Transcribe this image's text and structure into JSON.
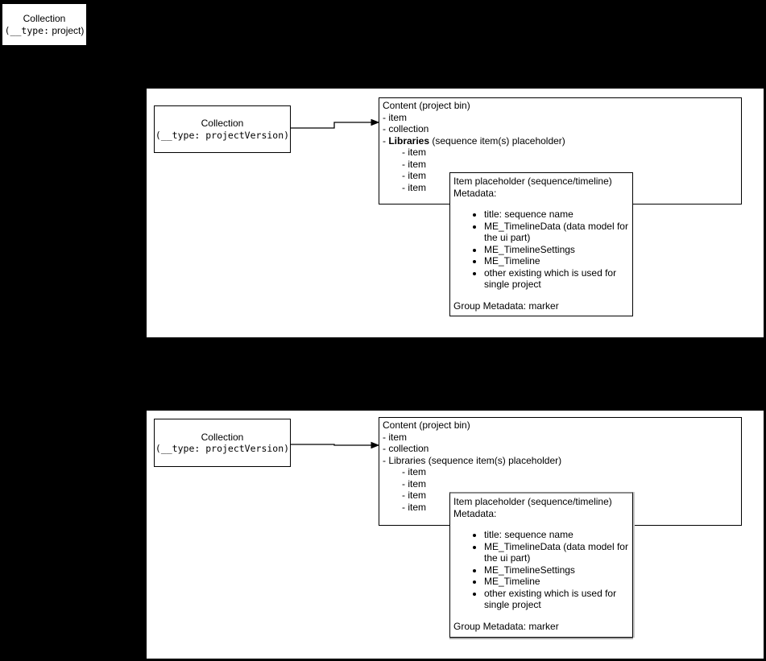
{
  "colors": {
    "background": "#000000",
    "panel": "#ffffff",
    "node_fill": "#ffffff",
    "node_border": "#000000",
    "text": "#000000",
    "placeholder2_edge_gray": "#8a8a8a"
  },
  "project_node": {
    "title": "Collection",
    "type_mono": "(__type:",
    "type_rest": " project)"
  },
  "panels": [
    {
      "collection_node": {
        "title": "Collection",
        "type_line": "(__type: projectVersion)"
      },
      "content_node": {
        "title": "Content (project bin)",
        "lines": [
          "- item",
          "- collection"
        ],
        "libraries_prefix": "- ",
        "libraries_name": "Libraries",
        "libraries_suffix": " (sequence item(s) placeholder)",
        "sub_items": [
          "- item",
          "- item",
          "- item",
          "- item"
        ]
      },
      "placeholder_node": {
        "title": "Item placeholder (sequence/timeline)",
        "metadata_label": "Metadata:",
        "bullets": [
          "title: sequence name",
          "ME_TimelineData (data model for the ui part)",
          "ME_TimelineSettings",
          "ME_Timeline",
          "other existing which is used for single project"
        ],
        "footer": "Group Metadata: marker"
      }
    },
    {
      "collection_node": {
        "title": "Collection",
        "type_line": "(__type: projectVersion)"
      },
      "content_node": {
        "title": "Content (project bin)",
        "lines": [
          "- item",
          "- collection"
        ],
        "libraries_prefix": "- ",
        "libraries_name": "Libraries",
        "libraries_suffix": " (sequence item(s) placeholder)",
        "sub_items": [
          "- item",
          "- item",
          "- item",
          "- item"
        ]
      },
      "placeholder_node": {
        "title": "Item placeholder (sequence/timeline)",
        "metadata_label": "Metadata:",
        "bullets": [
          "title: sequence name",
          "ME_TimelineData (data model for the ui part)",
          "ME_TimelineSettings",
          "ME_Timeline",
          "other existing which is used for single project"
        ],
        "footer": "Group Metadata: marker"
      }
    }
  ]
}
